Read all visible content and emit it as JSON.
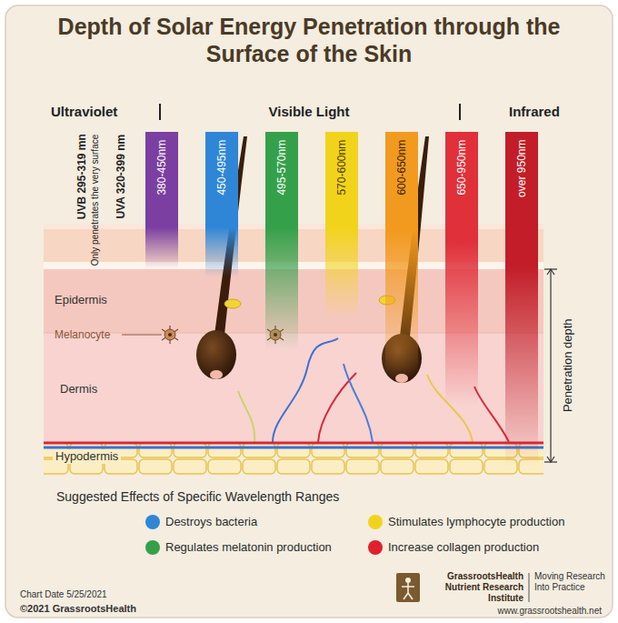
{
  "diagram": {
    "title": "Depth of Solar Energy Penetration through the Surface of the Skin",
    "nodes": [
      {
        "text": [
          "380-450nm"
        ]
      },
      {
        "text": [
          "450-495nm"
        ]
      },
      {
        "text": [
          "495-570nm"
        ]
      },
      {
        "text": [
          "570-600nm"
        ]
      },
      {
        "text": [
          "600-650nm"
        ]
      },
      {
        "text": [
          "650-950nm"
        ]
      },
      {
        "text": [
          "over 950nm"
        ]
      }
    ],
    "labels": [
      "Ultraviolet",
      "Visible Light",
      "Infrared",
      "UVB 295-319 mn",
      "Only penetrates the very surface",
      "UVA 320-399 nm",
      "Epidermis",
      "Melanocyte",
      "Dermis",
      "Hypodermis",
      "Penetration depth",
      "Suggested Effects of Specific Wavelength Ranges",
      "Chart Date 5/25/2021",
      "©2021 GrassrootsHealth",
      "GrassrootsHealth Nutrient Research Institute",
      "Moving Research Into Practice",
      "www.grassrootshealth.net"
    ],
    "legend": [
      {
        "text": "Destroys bacteria",
        "color": "#2f86d6"
      },
      {
        "text": "Stimulates lymphocyte production",
        "color": "#f2d31b"
      },
      {
        "text": "Regulates melatonin production",
        "color": "#35a04a"
      },
      {
        "text": "Increase collagen production",
        "color": "#e0202e"
      }
    ]
  }
}
